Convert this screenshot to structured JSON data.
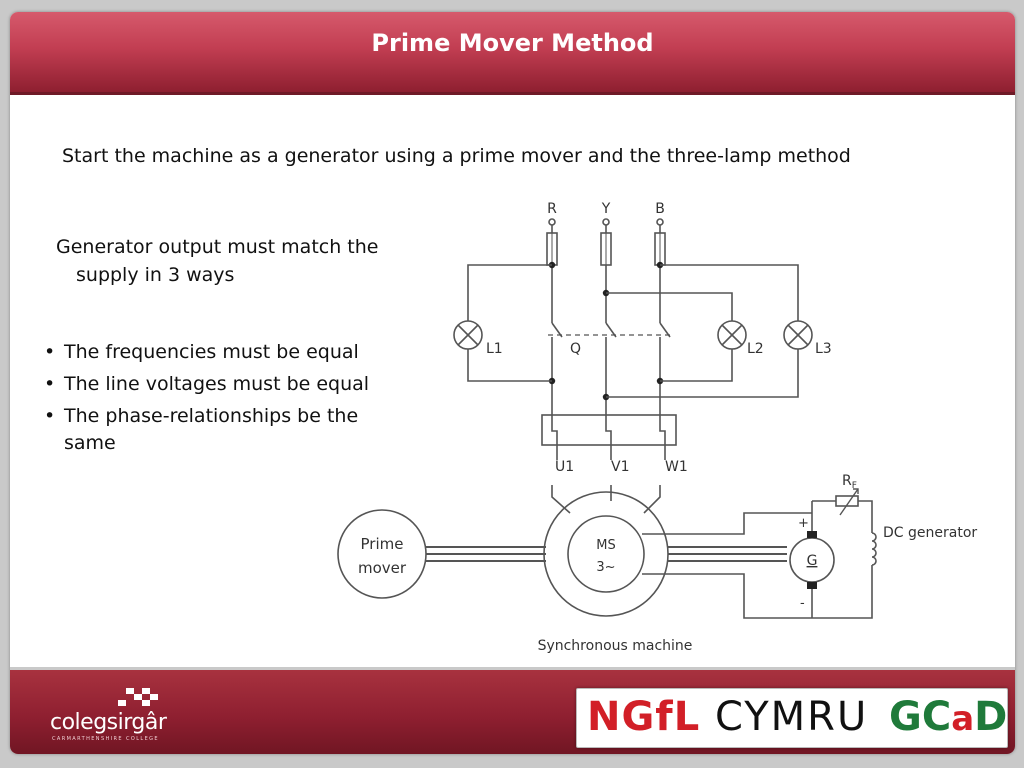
{
  "slide": {
    "title": "Prime Mover Method",
    "intro": "Start the machine as a generator using a prime mover and the three-lamp method",
    "match_text": "Generator output must match the supply in 3 ways",
    "bullets": [
      "The frequencies must be equal",
      "The line voltages must be equal",
      "The phase-relationships be the same"
    ],
    "bullet_glyph": "•"
  },
  "diagram": {
    "phases": [
      "R",
      "Y",
      "B"
    ],
    "lamps": [
      "L1",
      "L2",
      "L3"
    ],
    "switch_label": "Q",
    "terminals": [
      "U1",
      "V1",
      "W1"
    ],
    "prime_mover": [
      "Prime",
      "mover"
    ],
    "machine_label": [
      "MS",
      "3~"
    ],
    "machine_caption": "Synchronous machine",
    "generator_label": "G",
    "plus": "+",
    "minus": "-",
    "rheostat_label": "R",
    "rheostat_sub": "F",
    "dc_label": "DC generator"
  },
  "footer": {
    "college_name": "colegsirgâr",
    "college_subtitle": "CARMARTHENSHIRE COLLEGE",
    "ngfl": "NGfL",
    "cymru": "CYMRU",
    "gcad_g": "GC",
    "gcad_a": "a",
    "gcad_d": "D"
  },
  "colors": {
    "header_red": "#c23e52",
    "ngfl_red": "#d21f27",
    "gcad_green": "#1f7a3a",
    "line": "#555555"
  }
}
